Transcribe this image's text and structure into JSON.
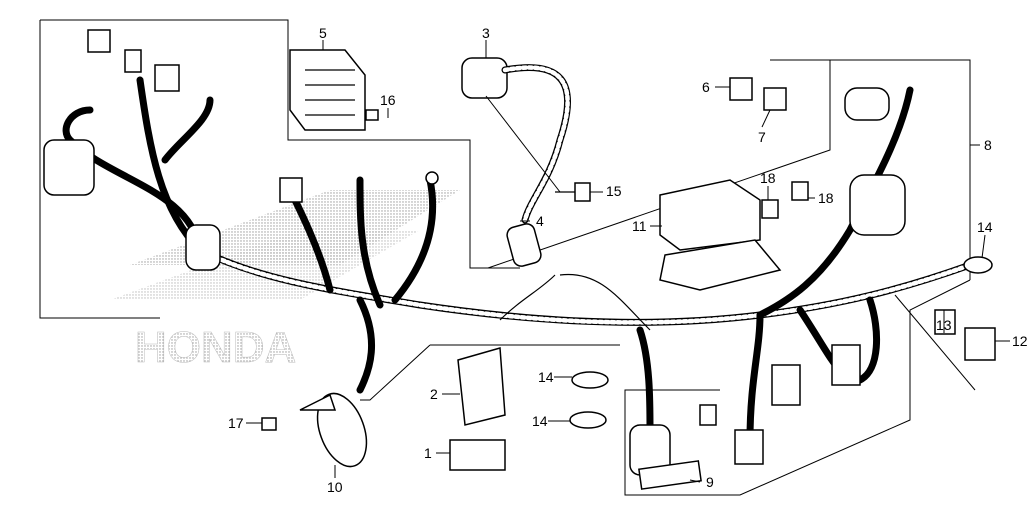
{
  "diagram": {
    "watermark": "HONDA",
    "callouts": [
      {
        "id": "c1",
        "label": "1"
      },
      {
        "id": "c2",
        "label": "2"
      },
      {
        "id": "c3",
        "label": "3"
      },
      {
        "id": "c4",
        "label": "4"
      },
      {
        "id": "c5",
        "label": "5"
      },
      {
        "id": "c6",
        "label": "6"
      },
      {
        "id": "c7",
        "label": "7"
      },
      {
        "id": "c8",
        "label": "8"
      },
      {
        "id": "c9",
        "label": "9"
      },
      {
        "id": "c10",
        "label": "10"
      },
      {
        "id": "c11",
        "label": "11"
      },
      {
        "id": "c12",
        "label": "12"
      },
      {
        "id": "c13",
        "label": "13"
      },
      {
        "id": "c14a",
        "label": "14"
      },
      {
        "id": "c14b",
        "label": "14"
      },
      {
        "id": "c14c",
        "label": "14"
      },
      {
        "id": "c15",
        "label": "15"
      },
      {
        "id": "c16",
        "label": "16"
      },
      {
        "id": "c17",
        "label": "17"
      },
      {
        "id": "c18a",
        "label": "18"
      },
      {
        "id": "c18b",
        "label": "18"
      }
    ]
  }
}
